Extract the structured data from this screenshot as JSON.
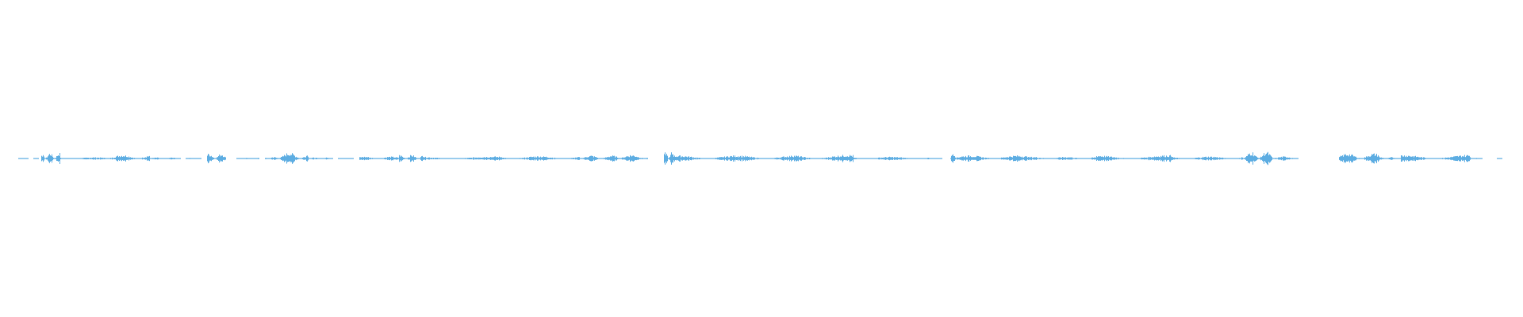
{
  "waveform": {
    "color": "#5dade2",
    "background": "#ffffff",
    "segments": [
      {
        "start": 0.012,
        "end": 0.018,
        "level": 0.12
      },
      {
        "start": 0.022,
        "end": 0.025,
        "level": 0.05
      },
      {
        "start": 0.027,
        "end": 0.039,
        "level": 0.85
      },
      {
        "start": 0.039,
        "end": 0.068,
        "level": 0.18
      },
      {
        "start": 0.068,
        "end": 0.098,
        "level": 0.55
      },
      {
        "start": 0.098,
        "end": 0.118,
        "level": 0.15
      },
      {
        "start": 0.122,
        "end": 0.132,
        "level": 0.08
      },
      {
        "start": 0.136,
        "end": 0.148,
        "level": 0.75
      },
      {
        "start": 0.155,
        "end": 0.17,
        "level": 0.1
      },
      {
        "start": 0.174,
        "end": 0.18,
        "level": 0.22
      },
      {
        "start": 0.18,
        "end": 0.202,
        "level": 0.9
      },
      {
        "start": 0.202,
        "end": 0.218,
        "level": 0.15
      },
      {
        "start": 0.222,
        "end": 0.232,
        "level": 0.05
      },
      {
        "start": 0.236,
        "end": 0.262,
        "level": 0.28
      },
      {
        "start": 0.262,
        "end": 0.278,
        "level": 0.55
      },
      {
        "start": 0.278,
        "end": 0.33,
        "level": 0.3
      },
      {
        "start": 0.33,
        "end": 0.38,
        "level": 0.35
      },
      {
        "start": 0.38,
        "end": 0.408,
        "level": 0.45
      },
      {
        "start": 0.408,
        "end": 0.425,
        "level": 0.55
      },
      {
        "start": 0.436,
        "end": 0.442,
        "level": 1.0
      },
      {
        "start": 0.442,
        "end": 0.52,
        "level": 0.45
      },
      {
        "start": 0.52,
        "end": 0.56,
        "level": 0.55
      },
      {
        "start": 0.56,
        "end": 0.61,
        "level": 0.25
      },
      {
        "start": 0.61,
        "end": 0.618,
        "level": 0.1
      },
      {
        "start": 0.624,
        "end": 0.628,
        "level": 1.0
      },
      {
        "start": 0.628,
        "end": 0.675,
        "level": 0.45
      },
      {
        "start": 0.675,
        "end": 0.72,
        "level": 0.25
      },
      {
        "start": 0.72,
        "end": 0.77,
        "level": 0.5
      },
      {
        "start": 0.77,
        "end": 0.815,
        "level": 0.3
      },
      {
        "start": 0.815,
        "end": 0.835,
        "level": 1.05
      },
      {
        "start": 0.835,
        "end": 0.852,
        "level": 0.3
      },
      {
        "start": 0.879,
        "end": 0.905,
        "level": 0.75
      },
      {
        "start": 0.905,
        "end": 0.92,
        "level": 0.2
      },
      {
        "start": 0.92,
        "end": 0.965,
        "level": 0.55
      },
      {
        "start": 0.965,
        "end": 0.973,
        "level": 0.12
      },
      {
        "start": 0.983,
        "end": 0.986,
        "level": 0.05
      }
    ]
  }
}
